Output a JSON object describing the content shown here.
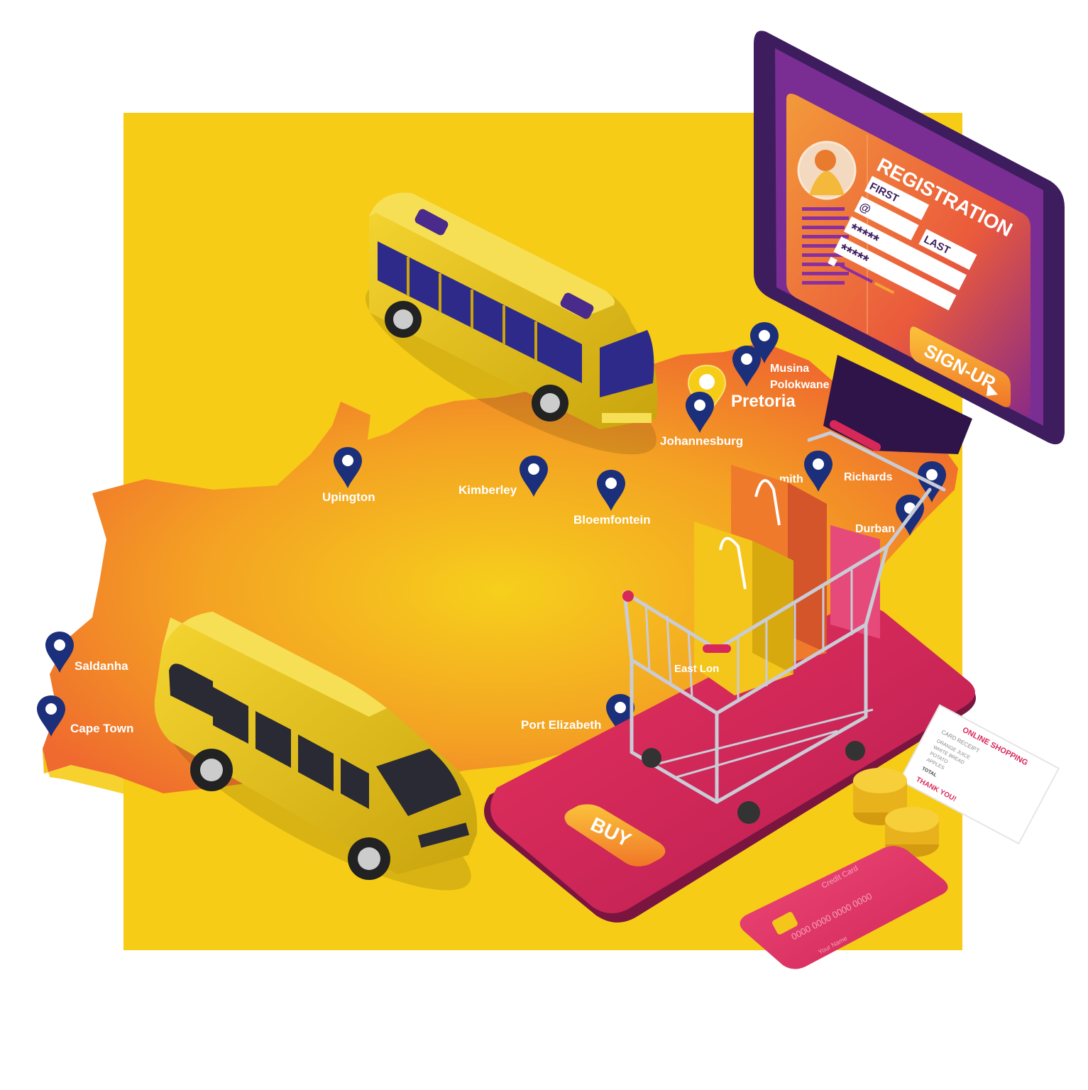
{
  "cities": {
    "musina": "Musina",
    "polokwane": "Polokwane",
    "pretoria": "Pretoria",
    "johannesburg": "Johannesburg",
    "upington": "Upington",
    "kimberley": "Kimberley",
    "bloemfontein": "Bloemfontein",
    "nelspruit_partial": "mith",
    "richards_bay_partial": "Richards",
    "durban_partial": "Durban",
    "east_london_partial": "East Lon",
    "saldanha": "Saldanha",
    "cape_town": "Cape Town",
    "port_elizabeth": "Port Elizabeth"
  },
  "registration": {
    "title": "REGISTRATION",
    "first_label": "FIRST",
    "email_symbol": "@",
    "last_label": "LAST",
    "password_mask": "*****",
    "confirm_mask": "*****",
    "signup_label": "SIGN-UP"
  },
  "phone": {
    "buy_label": "BUY"
  },
  "receipt": {
    "title": "ONLINE SHOPPING",
    "subtitle": "CARD RECEIPT",
    "items": [
      "ORANGE JUICE",
      "WHITE BREAD",
      "POTATO",
      "APPLES"
    ],
    "total_label": "TOTAL",
    "thanks": "THANK YOU!"
  },
  "credit_card": {
    "title": "Credit Card",
    "number": "0000 0000 0000 0000",
    "holder": "Your Name"
  },
  "colors": {
    "background_square": "#f6cc16",
    "map_orange": "#f07a2c",
    "pin_navy": "#1b2f7a",
    "pin_yellow": "#f6cc16",
    "monitor_frame": "#3d1d5e",
    "phone_pink": "#d8285a",
    "vehicle_yellow": "#e8c214"
  }
}
